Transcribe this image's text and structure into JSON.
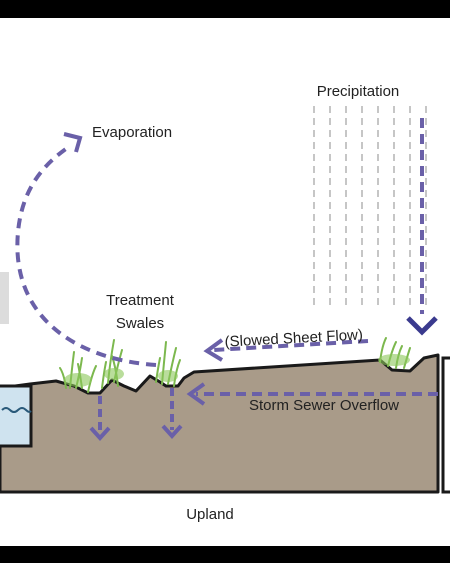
{
  "labels": {
    "precipitation": "Precipitation",
    "evaporation": "Evaporation",
    "treatment_swales_line1": "Treatment",
    "treatment_swales_line2": "Swales",
    "slowed_sheet_flow": "(Slowed Sheet Flow)",
    "storm_sewer_overflow": "Storm Sewer Overflow",
    "upland": "Upland"
  },
  "colors": {
    "flow_arrow": "#6a60a8",
    "ground": "#a99b89",
    "outline": "#1a1a1a",
    "vegetation": "#7cb84e",
    "rain_lines": "#a8a8a8",
    "water": "#cfe3ef",
    "panel_background": "#ffffff",
    "frame": "#000000"
  }
}
